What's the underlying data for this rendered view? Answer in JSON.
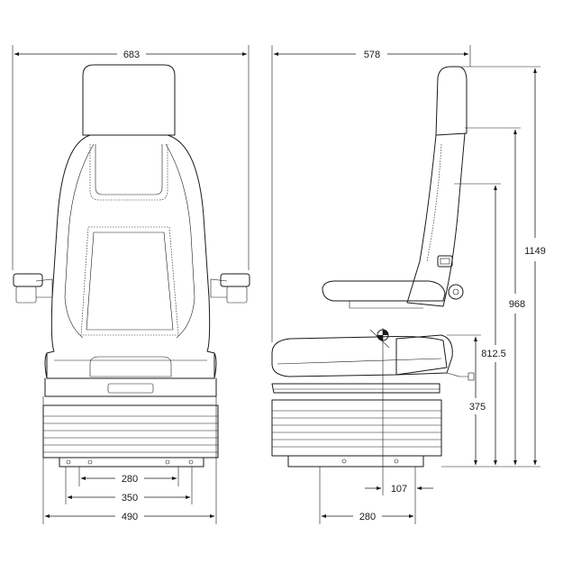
{
  "dimensions": {
    "front_overall_width": "683",
    "side_overall_depth": "578",
    "total_height": "1149",
    "backrest_height": "968",
    "armrest_height": "812.5",
    "seat_height": "375",
    "front_mount_inner": "280",
    "front_mount_middle": "350",
    "front_base_width": "490",
    "side_cog_offset": "107",
    "side_mount_spacing": "280"
  },
  "colors": {
    "line": "#1a1a1a",
    "background": "#ffffff"
  }
}
